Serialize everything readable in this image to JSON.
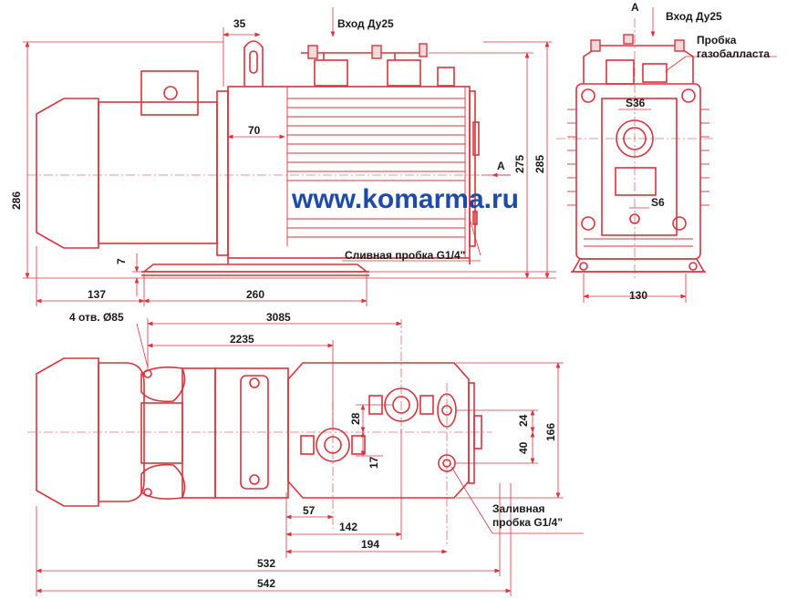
{
  "watermark": "www.komarma.ru",
  "labels": {
    "inlet_front": "Вход Ду25",
    "inlet_side": "Вход Ду25",
    "section_a_top": "A",
    "section_a_side": "A",
    "gas_ballast_line1": "Пробка",
    "gas_ballast_line2": "газобалласта",
    "drain_plug": "Сливная пробка G1/4\"",
    "fill_plug_line1": "Заливная",
    "fill_plug_line2": "пробка G1/4\"",
    "holes": "4 отв. Ø85",
    "s36": "S36",
    "s6": "S6"
  },
  "dimensions": {
    "d35": "35",
    "d70": "70",
    "d286": "286",
    "d275": "275",
    "d285": "285",
    "d7": "7",
    "d137": "137",
    "d260": "260",
    "d130": "130",
    "d3085": "3085",
    "d2235": "2235",
    "d28": "28",
    "d17": "17",
    "d24": "24",
    "d40": "40",
    "d166": "166",
    "d57": "57",
    "d142": "142",
    "d194": "194",
    "d532": "532",
    "d542": "542"
  },
  "colors": {
    "line": "#d8343c",
    "text": "#1a1a1a",
    "watermark": "#1f4aa8"
  }
}
